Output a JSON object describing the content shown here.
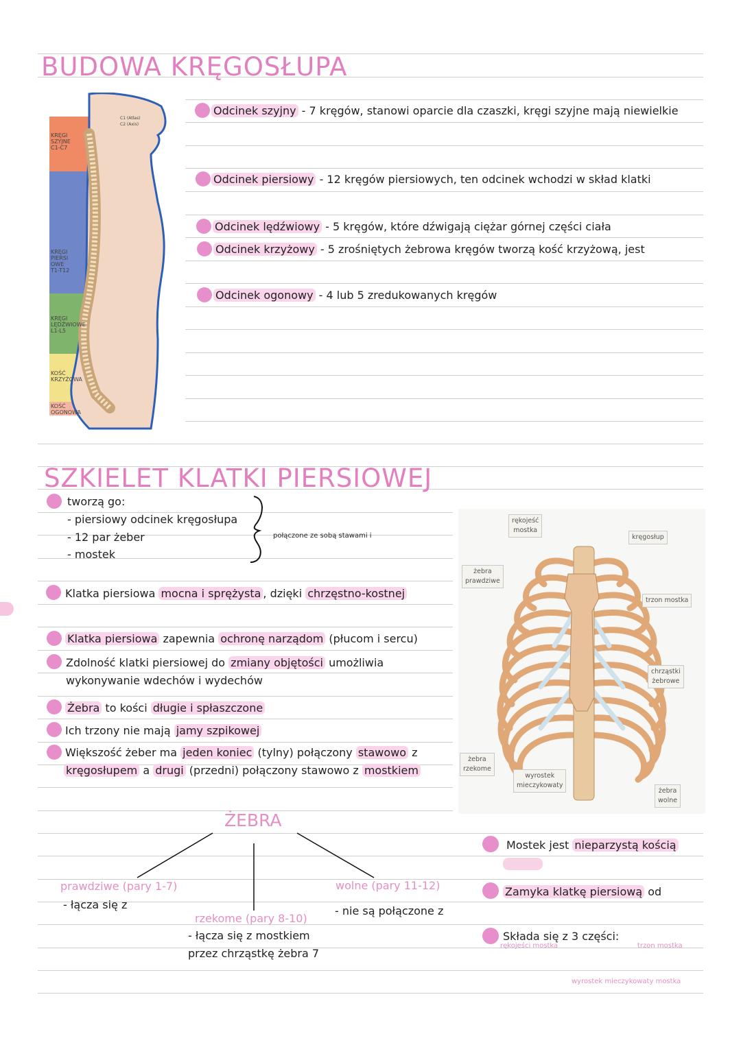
{
  "section1": {
    "title": "BUDOWA KRĘGOSŁUPA",
    "spine_labels": {
      "cervical": [
        "KRĘGI",
        "SZYJNE",
        "C1-C7"
      ],
      "thoracic": [
        "KRĘGI",
        "PIERSI",
        "OWE",
        "T1-T12"
      ],
      "lumbar": [
        "KRĘGI",
        "LĘDŹWIOWE",
        "L1-L5"
      ],
      "sacral": [
        "KOŚĆ",
        "KRZYŻOWA"
      ],
      "coccyx": [
        "KOŚĆ",
        "OGONOWA"
      ],
      "atlas": "C1 (Atlas)",
      "axis": "C2 (Axis)"
    },
    "items": [
      {
        "term": "Odcinek szyjny",
        "text": " - 7 kręgów, stanowi oparcie dla czaszki, kręgi szyjne mają niewielkie"
      },
      {
        "term": "Odcinek piersiowy",
        "text": " - 12 kręgów piersiowych, ten odcinek wchodzi w skład klatki"
      },
      {
        "term": "Odcinek lędźwiowy",
        "text": " - 5 kręgów, które dźwigają ciężar górnej części ciała"
      },
      {
        "term": "Odcinek krzyżowy",
        "text": " - 5 zrośniętych żebrowa kręgów tworzą kość krzyżową, jest"
      },
      {
        "term": "Odcinek ogonowy",
        "text": " - 4 lub 5 zredukowanych kręgów"
      }
    ]
  },
  "section2": {
    "title": "SZKIELET KLATKI PIERSIOWEJ",
    "intro": "tworzą go:",
    "list": [
      "- piersiowy odcinek kręgosłupa",
      "- 12 par żeber",
      "- mostek"
    ],
    "brace_note": "połączone ze sobą stawami i",
    "facts": {
      "f1": [
        "Klatka piersiowa ",
        "mocna i sprężysta",
        ", dzięki ",
        "chrzęstno-kostnej"
      ],
      "f2": [
        "Klatka piersiowa",
        " zapewnia ",
        "ochronę narządom",
        " (płucom i sercu)"
      ],
      "f3a": [
        "Zdolność klatki piersiowej do ",
        "zmiany objętości",
        " umożliwia"
      ],
      "f3b": "wykonywanie wdechów i wydechów",
      "f4": [
        "Żebra",
        " to kości ",
        "długie i spłaszczone"
      ],
      "f5": [
        "Ich trzony nie mają ",
        "jamy szpikowej"
      ],
      "f6a": [
        "Większość żeber ma ",
        "jeden koniec",
        " (tylny) połączony ",
        "stawowo",
        " z"
      ],
      "f6b": [
        "kręgosłupem",
        " a ",
        "drugi",
        " (przedni) połączony stawowo z ",
        "mostkiem"
      ]
    },
    "diagram_labels": {
      "handle": [
        "rękojeść",
        "mostka"
      ],
      "spine": "kręgosłup",
      "true_ribs": [
        "żebra",
        "prawdziwe"
      ],
      "body": "trzon mostka",
      "cartilage": [
        "chrząstki",
        "żebrowe"
      ],
      "false_ribs": [
        "żebra",
        "rzekome"
      ],
      "xiphoid": [
        "wyrostek",
        "mieczykowaty"
      ],
      "floating": [
        "żebra",
        "wolne"
      ]
    }
  },
  "ribs": {
    "title": "ŻEBRA",
    "true": {
      "label": "prawdziwe (pary 1-7)",
      "desc": "- łącza się z"
    },
    "false": {
      "label": "rzekome (pary 8-10)",
      "desc1": "- łącza się z mostkiem",
      "desc2": "przez chrząstkę żebra 7"
    },
    "free": {
      "label": "wolne (pary 11-12)",
      "desc": "- nie są połączone z"
    }
  },
  "sternum": {
    "s1": [
      "Mostek jest ",
      "nieparzystą kością"
    ],
    "s2": [
      "Zamyka klatkę piersiową",
      " od"
    ],
    "s3": "Składa się z 3 części:",
    "parts": [
      "rękojeści mostka",
      "trzon mostka",
      "wyrostek mieczykowaty mostka"
    ]
  }
}
